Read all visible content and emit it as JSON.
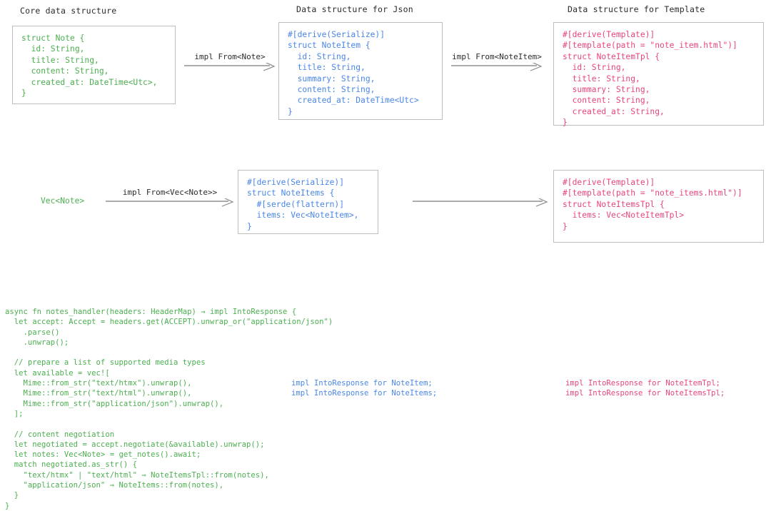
{
  "colors": {
    "core_green": "#4caf50",
    "json_blue": "#4a86e8",
    "template_pink": "#e8457c",
    "box_border": "#bdbdbd",
    "arrow": "#7a7a7a",
    "caption_text": "#2b2b2b"
  },
  "captions": {
    "core": "Core data structure",
    "json": "Data structure for Json",
    "template": "Data structure for Template"
  },
  "row1": {
    "core_box": "struct Note {\n  id: String,\n  title: String,\n  content: String,\n  created_at: DateTime<Utc>,\n}",
    "arrow1_label": "impl From<Note>",
    "json_box": "#[derive(Serialize)]\nstruct NoteItem {\n  id: String,\n  title: String,\n  summary: String,\n  content: String,\n  created_at: DateTime<Utc>\n}",
    "arrow2_label": "impl From<NoteItem>",
    "template_box": "#[derive(Template)]\n#[template(path = \"note_item.html\")]\nstruct NoteItemTpl {\n  id: String,\n  title: String,\n  summary: String,\n  content: String,\n  created_at: String,\n}"
  },
  "row2": {
    "core_type": "Vec<Note>",
    "arrow1_label": "impl From<Vec<Note>>",
    "json_box": "#[derive(Serialize)]\nstruct NoteItems {\n  #[serde(flattern)]\n  items: Vec<NoteItem>,\n}",
    "arrow2_label": "",
    "template_box": "#[derive(Template)]\n#[template(path = \"note_items.html\")]\nstruct NoteItemsTpl {\n  items: Vec<NoteItemTpl>\n}"
  },
  "handler": {
    "code": "async fn notes_handler(headers: HeaderMap) → impl IntoResponse {\n  let accept: Accept = headers.get(ACCEPT).unwrap_or(\"application/json\")\n    .parse()\n    .unwrap();\n\n  // prepare a list of supported media types\n  let available = vec![\n    Mime::from_str(\"text/htmx\").unwrap(),\n    Mime::from_str(\"text/html\").unwrap(),\n    Mime::from_str(\"application/json\").unwrap(),\n  ];\n\n  // content negotiation\n  let negotiated = accept.negotiate(&available).unwrap();\n  let notes: Vec<Note> = get_notes().await;\n  match negotiated.as_str() {\n    \"text/htmx\" | \"text/html\" ⇒ NoteItemsTpl::from(notes),\n    \"application/json\" ⇒ NoteItems::from(notes),\n  }\n}"
  },
  "impls": {
    "json": "impl IntoResponse for NoteItem;\nimpl IntoResponse for NoteItems;",
    "template": "impl IntoResponse for NoteItemTpl;\nimpl IntoResponse for NoteItemsTpl;"
  }
}
